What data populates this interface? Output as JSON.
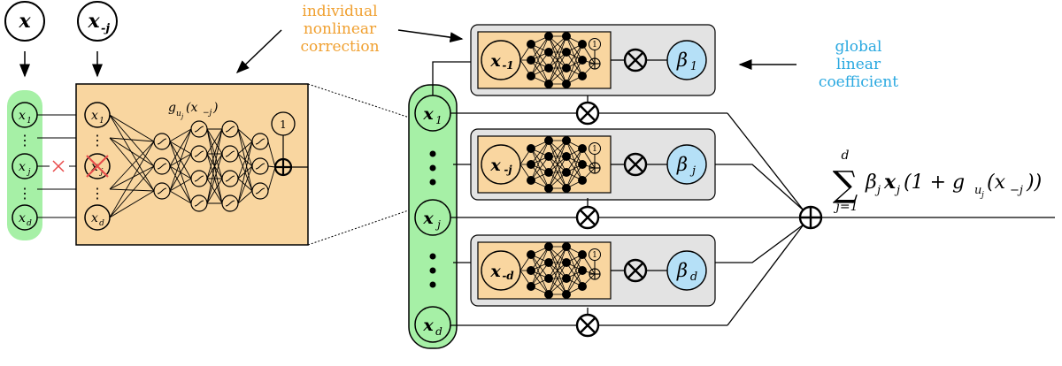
{
  "inputs": {
    "x_label": "x",
    "xmj_base": "x",
    "xmj_sub": "-j"
  },
  "annotations": {
    "individual_line1": "individual",
    "individual_line2": "nonlinear",
    "individual_line3": "correction",
    "global_line1": "global",
    "global_line2": "linear",
    "global_line3": "coefficient"
  },
  "left_nodes": [
    {
      "base": "x",
      "sub": "1"
    },
    {
      "base": "x",
      "sub": "j"
    },
    {
      "base": "x",
      "sub": "d"
    }
  ],
  "mid_nodes": [
    {
      "base": "x",
      "sub": "1"
    },
    {
      "base": "x",
      "sub": "j"
    },
    {
      "base": "x",
      "sub": "d"
    }
  ],
  "network_label": {
    "g": "g",
    "u": "u",
    "uj": "j",
    "arg": "(x",
    "argsub": "−j",
    "close": ")"
  },
  "bias_label": "1",
  "stack_nodes": [
    {
      "base": "x",
      "sub": "1"
    },
    {
      "base": "x",
      "sub": "j"
    },
    {
      "base": "x",
      "sub": "d"
    }
  ],
  "blocks": [
    {
      "input_base": "x",
      "input_sub": "-1",
      "beta_base": "β",
      "beta_sub": "1",
      "bias": "1"
    },
    {
      "input_base": "x",
      "input_sub": "-j",
      "beta_base": "β",
      "beta_sub": "j",
      "bias": "1"
    },
    {
      "input_base": "x",
      "input_sub": "-d",
      "beta_base": "β",
      "beta_sub": "d",
      "bias": "1"
    }
  ],
  "formula": {
    "sum_top": "d",
    "sum_bottom": "j=1",
    "sigma": "∑",
    "body": "β",
    "body_sub": "j",
    "body2": "x",
    "body2_sub": "j",
    "paren_open": "(1 + g",
    "g_sub_u": "u",
    "g_sub_j": "j",
    "paren_arg": "(x",
    "paren_arg_sub": "−j",
    "paren_close": "))"
  },
  "colors": {
    "green": "#a6f0a6",
    "orange": "#f9d6a0",
    "gray": "#e3e3e3",
    "blue": "#b5e0f7",
    "red": "#e84a4a",
    "annotation_orange": "#f0a030",
    "annotation_blue": "#29a8e0"
  }
}
